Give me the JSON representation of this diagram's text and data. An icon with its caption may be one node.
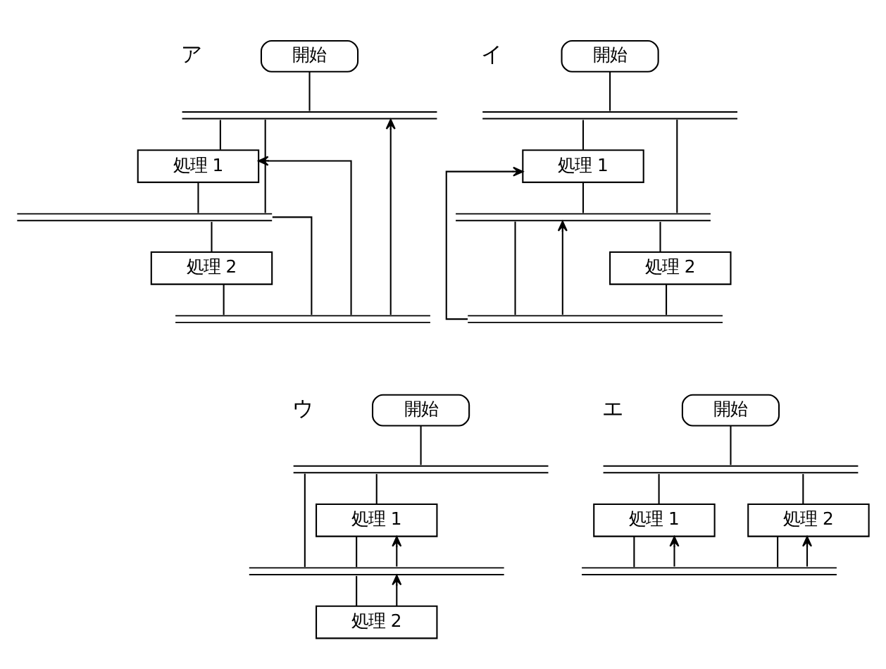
{
  "diagram": {
    "nodes": [
      {
        "text": [
          "開始"
        ]
      },
      {
        "text": [],
        "shape": "bar"
      },
      {
        "text": [
          "処理 1"
        ]
      },
      {
        "text": [],
        "shape": "bar"
      },
      {
        "text": [
          "処理 2"
        ]
      },
      {
        "text": [],
        "shape": "bar"
      },
      {
        "text": [
          "開始"
        ]
      },
      {
        "text": [],
        "shape": "bar"
      },
      {
        "text": [
          "処理 1"
        ]
      },
      {
        "text": [],
        "shape": "bar"
      },
      {
        "text": [
          "処理 2"
        ]
      },
      {
        "text": [],
        "shape": "bar"
      },
      {
        "text": [
          "開始"
        ]
      },
      {
        "text": [],
        "shape": "bar"
      },
      {
        "text": [
          "処理 1"
        ]
      },
      {
        "text": [],
        "shape": "bar"
      },
      {
        "text": [
          "処理 2"
        ]
      },
      {
        "text": [
          "開始"
        ]
      },
      {
        "text": [],
        "shape": "bar"
      },
      {
        "text": [
          "処理 1"
        ]
      },
      {
        "text": [
          "処理 2"
        ]
      },
      {
        "text": [],
        "shape": "bar"
      }
    ],
    "edges": [
      {
        "from": 0,
        "to": 1,
        "arrow": "none"
      },
      {
        "from": 1,
        "to": 2,
        "arrow": "none"
      },
      {
        "from": 1,
        "to": 3,
        "arrow": "none"
      },
      {
        "from": 2,
        "to": 3,
        "arrow": "none"
      },
      {
        "from": 3,
        "to": 5,
        "arrow": "none"
      },
      {
        "from": 3,
        "to": 4,
        "arrow": "none"
      },
      {
        "from": 4,
        "to": 5,
        "arrow": "none"
      },
      {
        "from": 5,
        "to": 2,
        "arrow": "to"
      },
      {
        "from": 5,
        "to": 1,
        "arrow": "to"
      },
      {
        "from": 6,
        "to": 7,
        "arrow": "none"
      },
      {
        "from": 7,
        "to": 8,
        "arrow": "none"
      },
      {
        "from": 7,
        "to": 9,
        "arrow": "none"
      },
      {
        "from": 8,
        "to": 9,
        "arrow": "none"
      },
      {
        "from": 9,
        "to": 11,
        "arrow": "none"
      },
      {
        "from": 9,
        "to": 10,
        "arrow": "none"
      },
      {
        "from": 10,
        "to": 11,
        "arrow": "none"
      },
      {
        "from": 11,
        "to": 8,
        "arrow": "to"
      },
      {
        "from": 11,
        "to": 9,
        "arrow": "to"
      },
      {
        "from": 12,
        "to": 13,
        "arrow": "none"
      },
      {
        "from": 13,
        "to": 14,
        "arrow": "none"
      },
      {
        "from": 13,
        "to": 15,
        "arrow": "none"
      },
      {
        "from": 14,
        "to": 15,
        "arrow": "none"
      },
      {
        "from": 15,
        "to": 14,
        "arrow": "to"
      },
      {
        "from": 15,
        "to": 16,
        "arrow": "none"
      },
      {
        "from": 16,
        "to": 15,
        "arrow": "to"
      },
      {
        "from": 17,
        "to": 18,
        "arrow": "none"
      },
      {
        "from": 18,
        "to": 19,
        "arrow": "none"
      },
      {
        "from": 18,
        "to": 20,
        "arrow": "none"
      },
      {
        "from": 19,
        "to": 21,
        "arrow": "none"
      },
      {
        "from": 20,
        "to": 21,
        "arrow": "none"
      },
      {
        "from": 21,
        "to": 19,
        "arrow": "to"
      },
      {
        "from": 21,
        "to": 20,
        "arrow": "to"
      }
    ],
    "labels": [
      "ア",
      "イ",
      "ウ",
      "エ"
    ]
  }
}
